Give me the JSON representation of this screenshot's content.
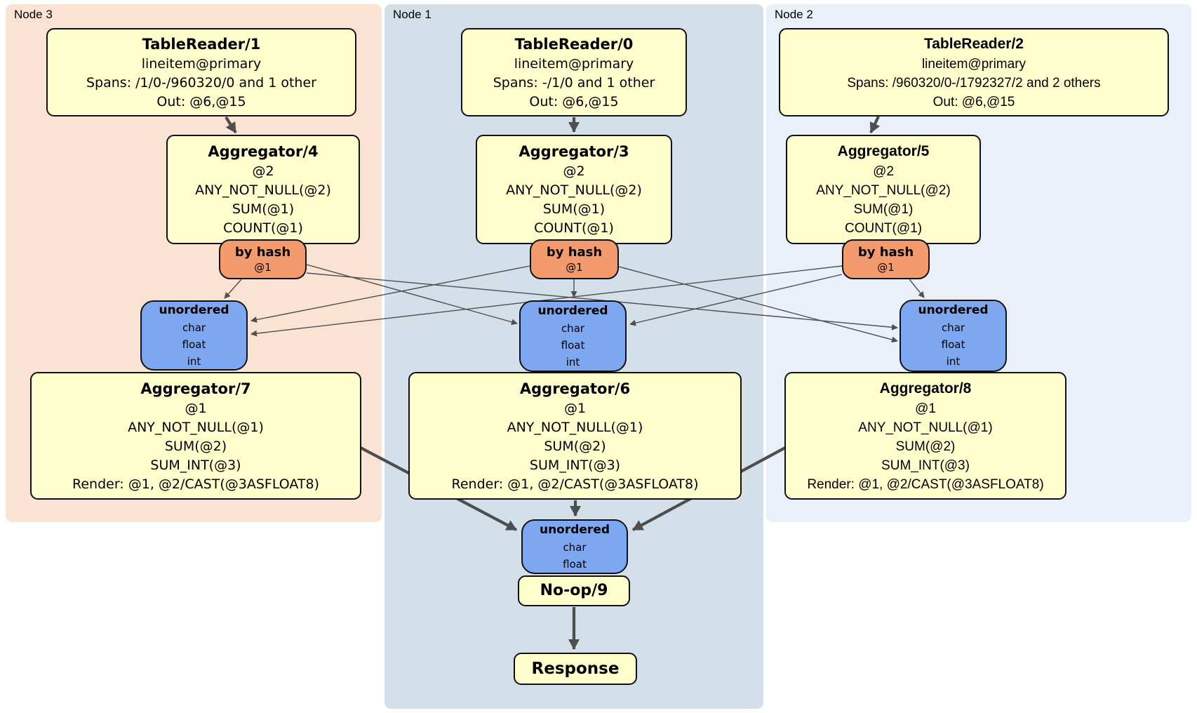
{
  "diagram": {
    "colors": {
      "node3_bg": "#fbe3d4",
      "node1_bg": "#d3e0ea",
      "node2_bg": "#eaf0f9",
      "processor_bg": "#ffffcd",
      "router_bg": "#f49b6d",
      "sync_bg": "#7ea7f2",
      "edge": "#4e4e4e",
      "border": "#111111"
    },
    "node3": {
      "label": "Node 3",
      "tablereader": {
        "title": "TableReader/1",
        "line1": "lineitem@primary",
        "line2": "Spans: /1/0-/960320/0 and 1 other",
        "line3": "Out: @6,@15"
      },
      "agg_top": {
        "title": "Aggregator/4",
        "line1": "@2",
        "line2": "ANY_NOT_NULL(@2)",
        "line3": "SUM(@1)",
        "line4": "COUNT(@1)"
      },
      "router": {
        "title": "by hash",
        "line1": "@1"
      },
      "sync": {
        "title": "unordered",
        "line1": "char",
        "line2": "float",
        "line3": "int"
      },
      "agg_bottom": {
        "title": "Aggregator/7",
        "line1": "@1",
        "line2": "ANY_NOT_NULL(@1)",
        "line3": "SUM(@2)",
        "line4": "SUM_INT(@3)",
        "line5": "Render: @1, @2/CAST(@3ASFLOAT8)"
      }
    },
    "node1": {
      "label": "Node 1",
      "tablereader": {
        "title": "TableReader/0",
        "line1": "lineitem@primary",
        "line2": "Spans: -/1/0 and 1 other",
        "line3": "Out: @6,@15"
      },
      "agg_top": {
        "title": "Aggregator/3",
        "line1": "@2",
        "line2": "ANY_NOT_NULL(@2)",
        "line3": "SUM(@1)",
        "line4": "COUNT(@1)"
      },
      "router": {
        "title": "by hash",
        "line1": "@1"
      },
      "sync": {
        "title": "unordered",
        "line1": "char",
        "line2": "float",
        "line3": "int"
      },
      "agg_bottom": {
        "title": "Aggregator/6",
        "line1": "@1",
        "line2": "ANY_NOT_NULL(@1)",
        "line3": "SUM(@2)",
        "line4": "SUM_INT(@3)",
        "line5": "Render: @1, @2/CAST(@3ASFLOAT8)"
      },
      "final_sync": {
        "title": "unordered",
        "line1": "char",
        "line2": "float"
      },
      "noop": {
        "title": "No-op/9"
      },
      "response": {
        "title": "Response"
      }
    },
    "node2": {
      "label": "Node 2",
      "tablereader": {
        "title": "TableReader/2",
        "line1": "lineitem@primary",
        "line2": "Spans: /960320/0-/1792327/2 and 2 others",
        "line3": "Out: @6,@15"
      },
      "agg_top": {
        "title": "Aggregator/5",
        "line1": "@2",
        "line2": "ANY_NOT_NULL(@2)",
        "line3": "SUM(@1)",
        "line4": "COUNT(@1)"
      },
      "router": {
        "title": "by hash",
        "line1": "@1"
      },
      "sync": {
        "title": "unordered",
        "line1": "char",
        "line2": "float",
        "line3": "int"
      },
      "agg_bottom": {
        "title": "Aggregator/8",
        "line1": "@1",
        "line2": "ANY_NOT_NULL(@1)",
        "line3": "SUM(@2)",
        "line4": "SUM_INT(@3)",
        "line5": "Render: @1, @2/CAST(@3ASFLOAT8)"
      }
    }
  }
}
